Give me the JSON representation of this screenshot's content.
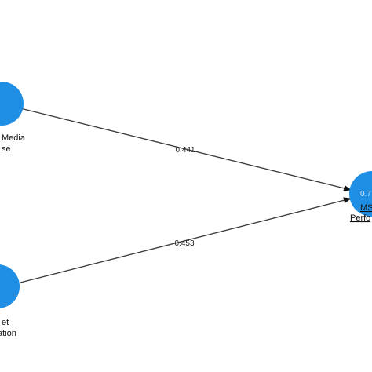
{
  "nodes": {
    "social_media": {
      "label_line1": "Media",
      "label_line2": "se"
    },
    "market_orientation": {
      "label_line1": "et",
      "label_line2": "ation"
    },
    "msme_performance": {
      "value": "0.7",
      "label_line1": "MS",
      "label_line2": "Perfo"
    }
  },
  "edges": {
    "social_media_to_performance": {
      "coefficient": "0.441"
    },
    "market_orientation_to_performance": {
      "coefficient": "0.453"
    }
  },
  "colors": {
    "node_fill": "#1f8fe6",
    "edge_stroke": "#3a3a3a"
  }
}
